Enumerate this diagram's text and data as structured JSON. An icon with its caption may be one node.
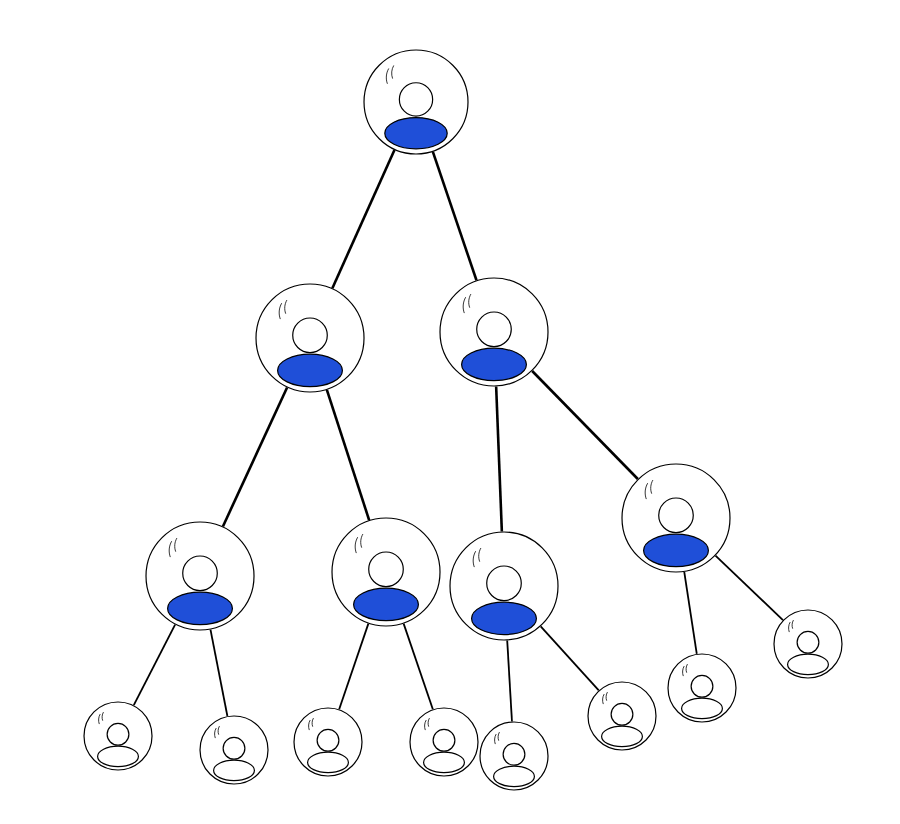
{
  "diagram": {
    "nodes": [
      {
        "text": [],
        "shape": "person"
      },
      {
        "text": [],
        "shape": "person"
      },
      {
        "text": [],
        "shape": "person"
      },
      {
        "text": [],
        "shape": "person"
      },
      {
        "text": [],
        "shape": "person"
      },
      {
        "text": [],
        "shape": "person"
      },
      {
        "text": [],
        "shape": "person"
      },
      {
        "text": [],
        "shape": "person"
      },
      {
        "text": [],
        "shape": "person"
      },
      {
        "text": [],
        "shape": "person"
      },
      {
        "text": [],
        "shape": "person"
      },
      {
        "text": [],
        "shape": "person"
      },
      {
        "text": [],
        "shape": "person"
      },
      {
        "text": [],
        "shape": "person"
      },
      {
        "text": [],
        "shape": "person"
      }
    ],
    "edges": [
      {
        "from": 0,
        "to": 1,
        "arrow": "none"
      },
      {
        "from": 0,
        "to": 2,
        "arrow": "none"
      },
      {
        "from": 1,
        "to": 3,
        "arrow": "none"
      },
      {
        "from": 1,
        "to": 4,
        "arrow": "none"
      },
      {
        "from": 2,
        "to": 5,
        "arrow": "none"
      },
      {
        "from": 2,
        "to": 6,
        "arrow": "none"
      },
      {
        "from": 3,
        "to": 7,
        "arrow": "none"
      },
      {
        "from": 3,
        "to": 8,
        "arrow": "none"
      },
      {
        "from": 4,
        "to": 9,
        "arrow": "none"
      },
      {
        "from": 4,
        "to": 10,
        "arrow": "none"
      },
      {
        "from": 5,
        "to": 11,
        "arrow": "none"
      },
      {
        "from": 5,
        "to": 12,
        "arrow": "none"
      },
      {
        "from": 6,
        "to": 13,
        "arrow": "none"
      },
      {
        "from": 6,
        "to": 14,
        "arrow": "none"
      }
    ]
  }
}
